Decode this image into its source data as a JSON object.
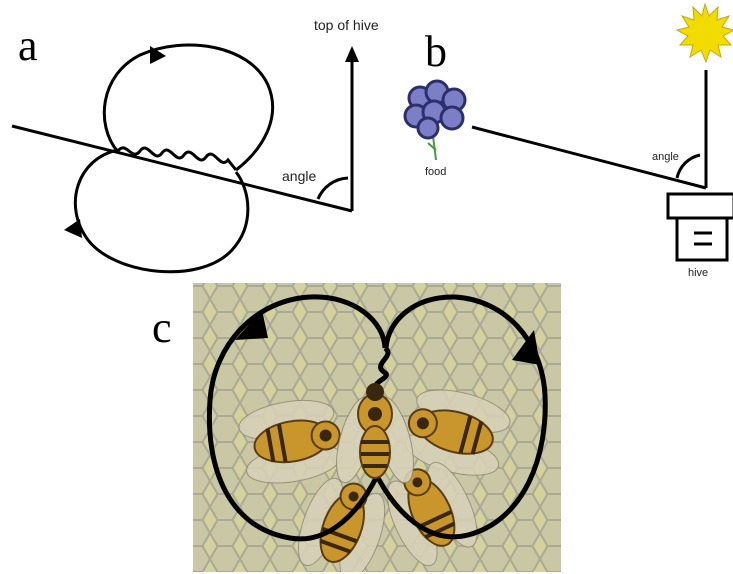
{
  "panel_a": {
    "letter": "a",
    "top_label": "top of hive",
    "angle_label": "angle"
  },
  "panel_b": {
    "letter": "b",
    "angle_label": "angle",
    "food_label": "food",
    "hive_label": "hive"
  },
  "panel_c": {
    "letter": "c"
  },
  "colors": {
    "line": "#000000",
    "honeycomb_bg": "#d4d19c",
    "honeycomb_cell": "#c9c7a4",
    "honeycomb_edge": "#a9a996",
    "sun": "#f2dc00",
    "flower": "#7c7fc6",
    "flower_dark": "#2c2f6b",
    "bee_body": "#c9962b",
    "bee_stripe": "#3a2710",
    "wing": "#d8d2b8"
  },
  "icons": [
    "sun-icon",
    "flower-icon",
    "hive-icon",
    "bee-icon"
  ]
}
